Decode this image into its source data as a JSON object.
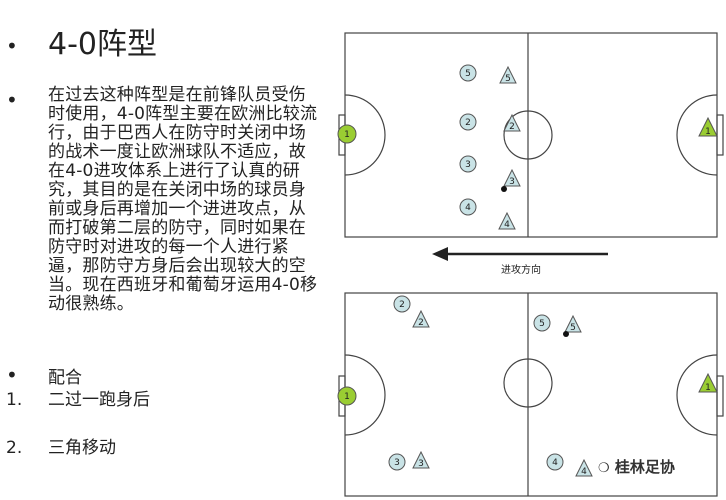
{
  "slide": {
    "title": "4-0阵型",
    "paragraph": "在过去这种阵型是在前锋队员受伤时使用，4-0阵型主要在欧洲比较流行，由于巴西人在防守时关闭中场的战术一度让欧洲球队不适应，故在4-0进攻体系上进行了认真的研究，其目的是在关闭中场的球员身前或身后再增加一个进进攻点，从而打破第二层的防守，同时如果在防守时对进攻的每一个人进行紧逼，那防守方身后会出现较大的空当。现在西班牙和葡萄牙运用4-0移动很熟练。",
    "subheading": "配合",
    "items": [
      {
        "num": "1.",
        "text": "二过一跑身后"
      },
      {
        "num": "2.",
        "text": "三角移动"
      }
    ]
  },
  "diagram": {
    "arrow_label": "进攻方向",
    "top_field": {
      "attackers": [
        "5",
        "2",
        "3",
        "4"
      ],
      "defenders": [
        "5",
        "2",
        "3",
        "4"
      ],
      "keepers": [
        "1",
        "1"
      ]
    },
    "bottom_field": {
      "attackers": [
        "2",
        "3",
        "5",
        "4"
      ],
      "defenders": [
        "2",
        "3",
        "5",
        "4"
      ],
      "keepers": [
        "1",
        "1"
      ]
    }
  },
  "watermark": "桂林足协",
  "colors": {
    "keeper": "#9acd32",
    "player": "#c9e3e6",
    "line": "#333333"
  }
}
